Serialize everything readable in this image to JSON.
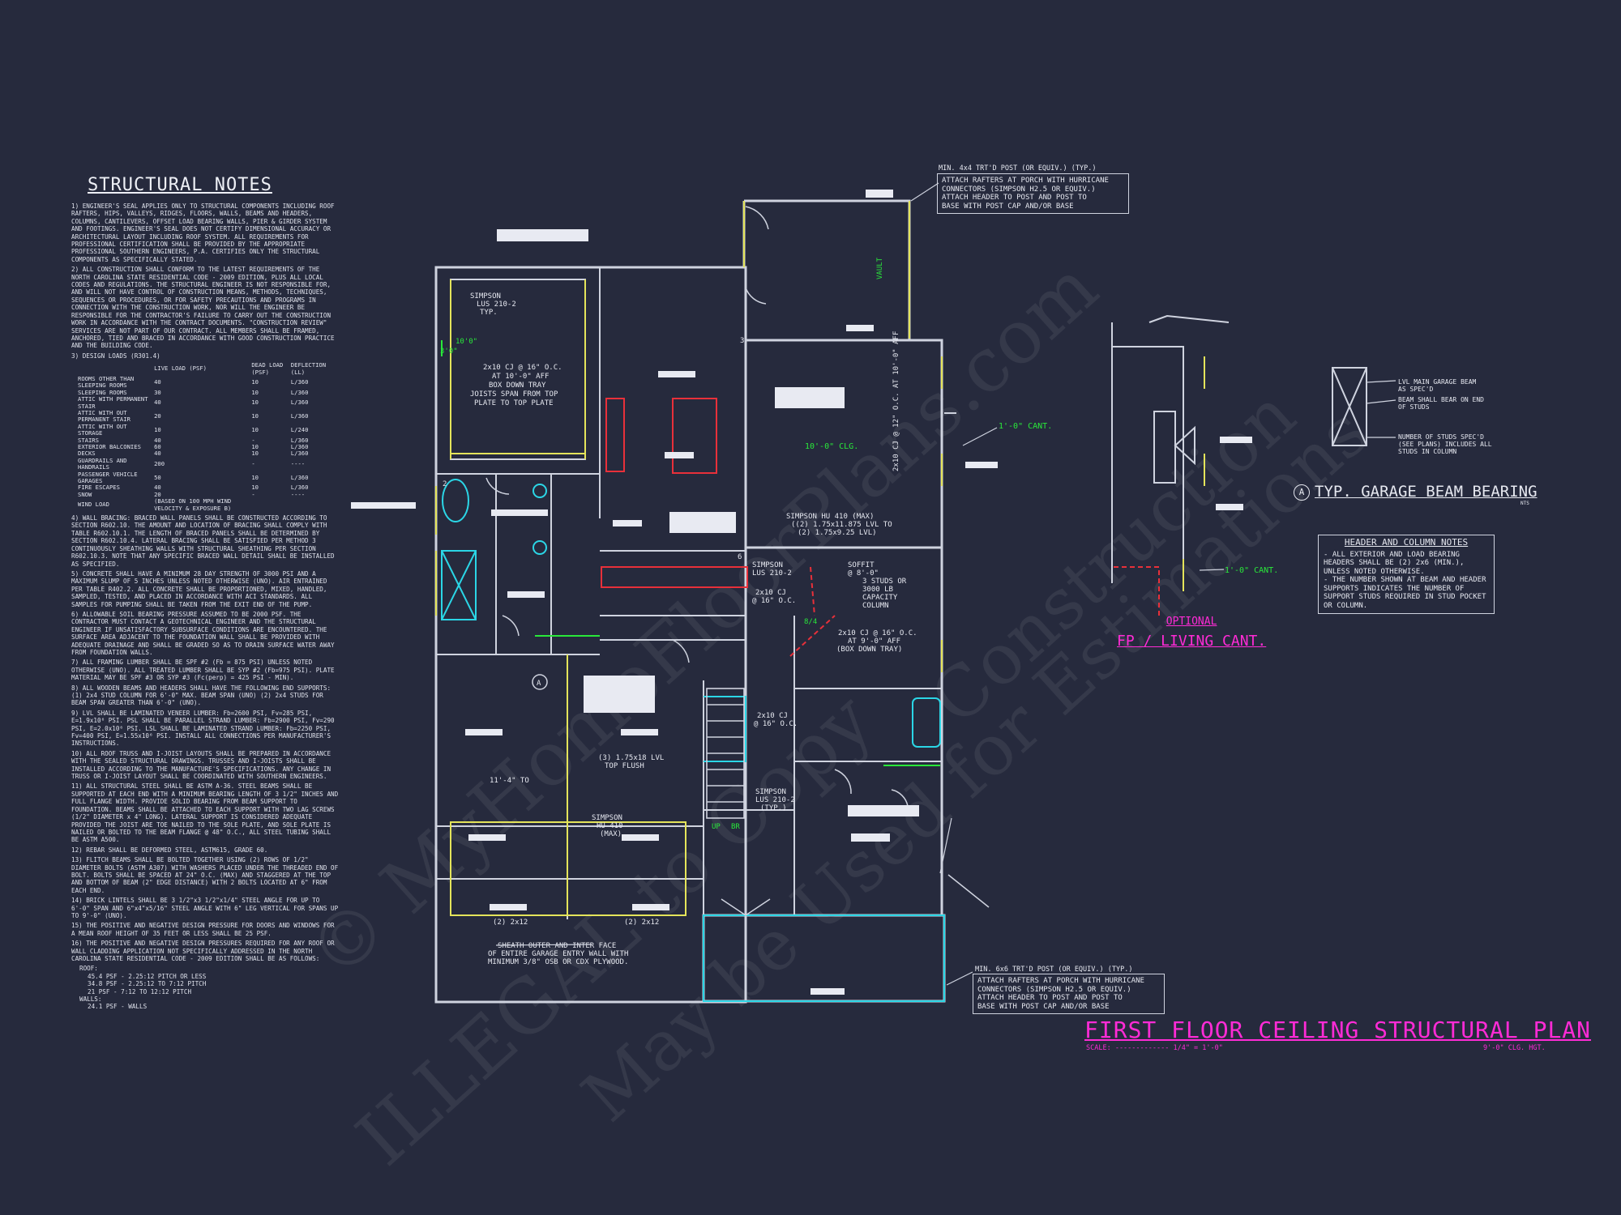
{
  "notes": {
    "title": "STRUCTURAL NOTES",
    "items": [
      "1) ENGINEER'S SEAL APPLIES ONLY TO STRUCTURAL COMPONENTS INCLUDING ROOF RAFTERS, HIPS, VALLEYS, RIDGES, FLOORS, WALLS, BEAMS AND HEADERS, COLUMNS, CANTILEVERS, OFFSET LOAD BEARING WALLS, PIER & GIRDER SYSTEM AND FOOTINGS. ENGINEER'S SEAL DOES NOT CERTIFY DIMENSIONAL ACCURACY OR ARCHITECTURAL LAYOUT INCLUDING ROOF SYSTEM. ALL REQUIREMENTS FOR PROFESSIONAL CERTIFICATION SHALL BE PROVIDED BY THE APPROPRIATE PROFESSIONAL SOUTHERN ENGINEERS, P.A. CERTIFIES ONLY THE STRUCTURAL COMPONENTS AS SPECIFICALLY STATED.",
      "2) ALL CONSTRUCTION SHALL CONFORM TO THE LATEST REQUIREMENTS OF THE NORTH CAROLINA STATE RESIDENTIAL CODE - 2009 EDITION, PLUS ALL LOCAL CODES AND REGULATIONS. THE STRUCTURAL ENGINEER IS NOT RESPONSIBLE FOR, AND WILL NOT HAVE CONTROL OF CONSTRUCTION MEANS, METHODS, TECHNIQUES, SEQUENCES OR PROCEDURES, OR FOR SAFETY PRECAUTIONS AND PROGRAMS IN CONNECTION WITH THE CONSTRUCTION WORK, NOR WILL THE ENGINEER BE RESPONSIBLE FOR THE CONTRACTOR'S FAILURE TO CARRY OUT THE CONSTRUCTION WORK IN ACCORDANCE WITH THE CONTRACT DOCUMENTS. \"CONSTRUCTION REVIEW\" SERVICES ARE NOT PART OF OUR CONTRACT. ALL MEMBERS SHALL BE FRAMED, ANCHORED, TIED AND BRACED IN ACCORDANCE WITH GOOD CONSTRUCTION PRACTICE AND THE BUILDING CODE.",
      "3) DESIGN LOADS (R301.4)"
    ],
    "loads_header": [
      "",
      "LIVE LOAD (PSF)",
      "DEAD LOAD (PSF)",
      "DEFLECTION (LL)"
    ],
    "loads": [
      [
        "ROOMS OTHER THAN SLEEPING ROOMS",
        "40",
        "10",
        "L/360"
      ],
      [
        "SLEEPING ROOMS",
        "30",
        "10",
        "L/360"
      ],
      [
        "ATTIC WITH PERMANENT STAIR",
        "40",
        "10",
        "L/360"
      ],
      [
        "ATTIC WITH OUT PERMANENT STAIR",
        "20",
        "10",
        "L/360"
      ],
      [
        "ATTIC WITH OUT STORAGE",
        "10",
        "10",
        "L/240"
      ],
      [
        "STAIRS",
        "40",
        "-",
        "L/360"
      ],
      [
        "EXTERIOR BALCONIES",
        "60",
        "10",
        "L/360"
      ],
      [
        "DECKS",
        "40",
        "10",
        "L/360"
      ],
      [
        "GUARDRAILS AND HANDRAILS",
        "200",
        "-",
        "----"
      ],
      [
        "PASSENGER VEHICLE GARAGES",
        "50",
        "10",
        "L/360"
      ],
      [
        "FIRE ESCAPES",
        "40",
        "10",
        "L/360"
      ],
      [
        "SNOW",
        "20",
        "-",
        "----"
      ],
      [
        "WIND LOAD",
        "(BASED ON 100 MPH WIND VELOCITY & EXPOSURE B)",
        "",
        ""
      ]
    ],
    "items2": [
      "4) WALL BRACING: BRACED WALL PANELS SHALL BE CONSTRUCTED ACCORDING TO SECTION R602.10. THE AMOUNT AND LOCATION OF BRACING SHALL COMPLY WITH TABLE R602.10.1. THE LENGTH OF BRACED PANELS SHALL BE DETERMINED BY SECTION R602.10.4. LATERAL BRACING SHALL BE SATISFIED PER METHOD 3 CONTINUOUSLY SHEATHING WALLS WITH STRUCTURAL SHEATHING PER SECTION R602.10.3. NOTE THAT ANY SPECIFIC BRACED WALL DETAIL SHALL BE INSTALLED AS SPECIFIED.",
      "5) CONCRETE SHALL HAVE A MINIMUM 28 DAY STRENGTH OF 3000 PSI AND A MAXIMUM SLUMP OF 5 INCHES UNLESS NOTED OTHERWISE (UNO). AIR ENTRAINED PER TABLE R402.2. ALL CONCRETE SHALL BE PROPORTIONED, MIXED, HANDLED, SAMPLED, TESTED, AND PLACED IN ACCORDANCE WITH ACI STANDARDS. ALL SAMPLES FOR PUMPING SHALL BE TAKEN FROM THE EXIT END OF THE PUMP.",
      "6) ALLOWABLE SOIL BEARING PRESSURE ASSUMED TO BE 2000 PSF. THE CONTRACTOR MUST CONTACT A GEOTECHNICAL ENGINEER AND THE STRUCTURAL ENGINEER IF UNSATISFACTORY SUBSURFACE CONDITIONS ARE ENCOUNTERED. THE SURFACE AREA ADJACENT TO THE FOUNDATION WALL SHALL BE PROVIDED WITH ADEQUATE DRAINAGE AND SHALL BE GRADED SO AS TO DRAIN SURFACE WATER AWAY FROM FOUNDATION WALLS.",
      "7) ALL FRAMING LUMBER SHALL BE SPF #2 (Fb = 875 PSI) UNLESS NOTED OTHERWISE (UNO). ALL TREATED LUMBER SHALL BE SYP #2 (Fb=975 PSI). PLATE MATERIAL MAY BE SPF #3 OR SYP #3 (Fc(perp) = 425 PSI - MIN).",
      "8) ALL WOODEN BEAMS AND HEADERS SHALL HAVE THE FOLLOWING END SUPPORTS: (1) 2x4 STUD COLUMN FOR 6'-0\" MAX. BEAM SPAN (UNO) (2) 2x4 STUDS FOR BEAM SPAN GREATER THAN 6'-0\" (UNO).",
      "9) LVL SHALL BE LAMINATED VENEER LUMBER: Fb=2600 PSI, Fv=285 PSI, E=1.9x10⁶ PSI. PSL SHALL BE PARALLEL STRAND LUMBER: Fb=2900 PSI, Fv=290 PSI, E=2.0x10⁶ PSI. LSL SHALL BE LAMINATED STRAND LUMBER: Fb=2250 PSI, Fv=400 PSI, E=1.55x10⁶ PSI. INSTALL ALL CONNECTIONS PER MANUFACTURER'S INSTRUCTIONS.",
      "10) ALL ROOF TRUSS AND I-JOIST LAYOUTS SHALL BE PREPARED IN ACCORDANCE WITH THE SEALED STRUCTURAL DRAWINGS. TRUSSES AND I-JOISTS SHALL BE INSTALLED ACCORDING TO THE MANUFACTURE'S SPECIFICATIONS. ANY CHANGE IN TRUSS OR I-JOIST LAYOUT SHALL BE COORDINATED WITH SOUTHERN ENGINEERS.",
      "11) ALL STRUCTURAL STEEL SHALL BE ASTM A-36. STEEL BEAMS SHALL BE SUPPORTED AT EACH END WITH A MINIMUM BEARING LENGTH OF 3 1/2\" INCHES AND FULL FLANGE WIDTH. PROVIDE SOLID BEARING FROM BEAM SUPPORT TO FOUNDATION. BEAMS SHALL BE ATTACHED TO EACH SUPPORT WITH TWO LAG SCREWS (1/2\" DIAMETER x 4\" LONG). LATERAL SUPPORT IS CONSIDERED ADEQUATE PROVIDED THE JOIST ARE TOE NAILED TO THE SOLE PLATE, AND SOLE PLATE IS NAILED OR BOLTED TO THE BEAM FLANGE @ 48\" O.C., ALL STEEL TUBING SHALL BE ASTM A500.",
      "12) REBAR SHALL BE DEFORMED STEEL, ASTM615, GRADE 60.",
      "13) FLITCH BEAMS SHALL BE BOLTED TOGETHER USING (2) ROWS OF 1/2\" DIAMETER BOLTS (ASTM A307) WITH WASHERS PLACED UNDER THE THREADED END OF BOLT. BOLTS SHALL BE SPACED AT 24\" O.C. (MAX) AND STAGGERED AT THE TOP AND BOTTOM OF BEAM (2\" EDGE DISTANCE) WITH 2 BOLTS LOCATED AT 6\" FROM EACH END.",
      "14) BRICK LINTELS SHALL BE 3 1/2\"x3 1/2\"x1/4\" STEEL ANGLE FOR UP TO 6'-0\" SPAN AND 6\"x4\"x5/16\" STEEL ANGLE WITH 6\" LEG VERTICAL FOR SPANS UP TO 9'-0\" (UNO).",
      "15) THE POSITIVE AND NEGATIVE DESIGN PRESSURE FOR DOORS AND WINDOWS FOR A MEAN ROOF HEIGHT OF 35 FEET OR LESS SHALL BE 25 PSF.",
      "16) THE POSITIVE AND NEGATIVE DESIGN PRESSURES REQUIRED FOR ANY ROOF OR WALL CLADDING APPLICATION NOT SPECIFICALLY ADDRESSED IN THE NORTH CAROLINA STATE RESIDENTIAL CODE - 2009 EDITION SHALL BE AS FOLLOWS:"
    ],
    "roof_label": "ROOF:",
    "roof": [
      "45.4 PSF - 2.25:12 PITCH OR LESS",
      "34.8 PSF - 2.25:12 TO 7:12 PITCH",
      "21 PSF - 7:12 TO 12:12 PITCH"
    ],
    "walls_label": "WALLS:",
    "walls": [
      "24.1 PSF - WALLS"
    ]
  },
  "callouts": {
    "top_head": "MIN. 4x4 TRT'D POST (OR EQUIV.) (TYP.)",
    "top_lines": [
      "ATTACH RAFTERS AT PORCH WITH HURRICANE",
      "CONNECTORS (SIMPSON H2.5 OR EQUIV.)",
      "ATTACH HEADER TO POST AND POST TO",
      "BASE WITH POST CAP AND/OR BASE"
    ],
    "bottom_head": "MIN. 6x6 TRT'D POST (OR EQUIV.) (TYP.)",
    "bottom_lines": [
      "ATTACH RAFTERS AT PORCH WITH HURRICANE",
      "CONNECTORS (SIMPSON H2.5 OR EQUIV.)",
      "ATTACH HEADER TO POST AND POST TO",
      "BASE WITH POST CAP AND/OR BASE"
    ]
  },
  "plan_labels": {
    "simpson_lus_typ": [
      "SIMPSON",
      "LUS 210-2",
      "TYP."
    ],
    "cj_box": [
      "2x10 CJ @ 16\" O.C.",
      "AT 10'-0\" AFF",
      "BOX DOWN TRAY",
      "JOISTS SPAN FROM TOP",
      "PLATE TO TOP PLATE"
    ],
    "ten_ten": "10'0\"",
    "three_zero": "3'0\"",
    "clg_10": "10'-0\" CLG.",
    "cant_1": "1'-0\" CANT.",
    "cj_vertical": "2x10 CJ @ 12\" O.C. AT 10'-0\" AFF",
    "vault": "VAULT",
    "hu410": [
      "SIMPSON HU 410 (MAX)",
      "((2) 1.75x11.875 LVL TO",
      "(2) 1.75x9.25 LVL)"
    ],
    "lus_210_2": [
      "SIMPSON",
      "LUS 210-2"
    ],
    "cj_16_a": [
      "2x10 CJ",
      "@ 16\" O.C."
    ],
    "soffit": [
      "SOFFIT",
      "@ 8'-0\""
    ],
    "studs_3000": [
      "3 STUDS OR",
      "3000 LB",
      "CAPACITY",
      "COLUMN"
    ],
    "cj_box2": [
      "2x10 CJ @ 16\" O.C.",
      "AT 9'-0\" AFF",
      "(BOX DOWN TRAY)"
    ],
    "eight_four": "8/4",
    "cj_16_b": [
      "2x10 CJ",
      "@ 16\" O.C."
    ],
    "lus_typ2": [
      "SIMPSON",
      "LUS 210-2",
      "(TYP.)"
    ],
    "lvl_top_flush": [
      "(3) 1.75x18 LVL",
      "TOP FLUSH"
    ],
    "eleven_four": "11'-4\" TO",
    "hu410_max": [
      "SIMPSON",
      "HU 410",
      "(MAX)"
    ],
    "two_2x12_a": "(2) 2x12",
    "two_2x12_b": "(2) 2x12",
    "up_label": "UP",
    "br_label": "BR",
    "sheath": [
      "SHEATH OUTER AND INTER FACE",
      "OF ENTIRE GARAGE ENTRY WALL WITH",
      "MINIMUM 3/8\" OSB OR CDX PLYWOOD."
    ],
    "section_a": "A",
    "num_2": "2",
    "num_3": "3",
    "num_6": "6"
  },
  "detail": {
    "lvl_note": [
      "LVL MAIN GARAGE BEAM",
      "AS SPEC'D"
    ],
    "bear_note": [
      "BEAM SHALL BEAR ON END",
      "OF STUDS"
    ],
    "studs_note": [
      "NUMBER OF STUDS SPEC'D",
      "(SEE PLANS) INCLUDES ALL",
      "STUDS IN COLUMN"
    ],
    "title_circle": "A",
    "title": "TYP. GARAGE BEAM BEARING",
    "nts": "NTS",
    "cant": "1'-0\" CANT.",
    "optional": "OPTIONAL",
    "fp_cant": "FP / LIVING CANT."
  },
  "header_column_notes": {
    "title": "HEADER AND COLUMN NOTES",
    "lines": [
      "- ALL EXTERIOR AND LOAD BEARING HEADERS SHALL BE (2) 2x6 (MIN.), UNLESS NOTED OTHERWISE.",
      "- THE NUMBER SHOWN AT BEAM AND HEADER SUPPORTS INDICATES THE NUMBER OF SUPPORT STUDS REQUIRED IN STUD POCKET OR COLUMN."
    ]
  },
  "plan_title": "FIRST FLOOR CEILING STRUCTURAL PLAN",
  "scale_text": "SCALE: ------------- 1/4\" = 1'-0\"",
  "ceiling_text": "9'-0\" CLG. HGT.",
  "watermarks": [
    "© MyHomeFloorPlans.com",
    "ILLEGAL to Copy",
    "May be Used for Estimations",
    "Construction"
  ],
  "colors": {
    "background": "#262a3d",
    "wall": "#cfd3df",
    "yellow": "#e4e45a",
    "green": "#29e83a",
    "magenta": "#ff2bd6",
    "red": "#e8303a",
    "cyan": "#2bd6e6"
  }
}
